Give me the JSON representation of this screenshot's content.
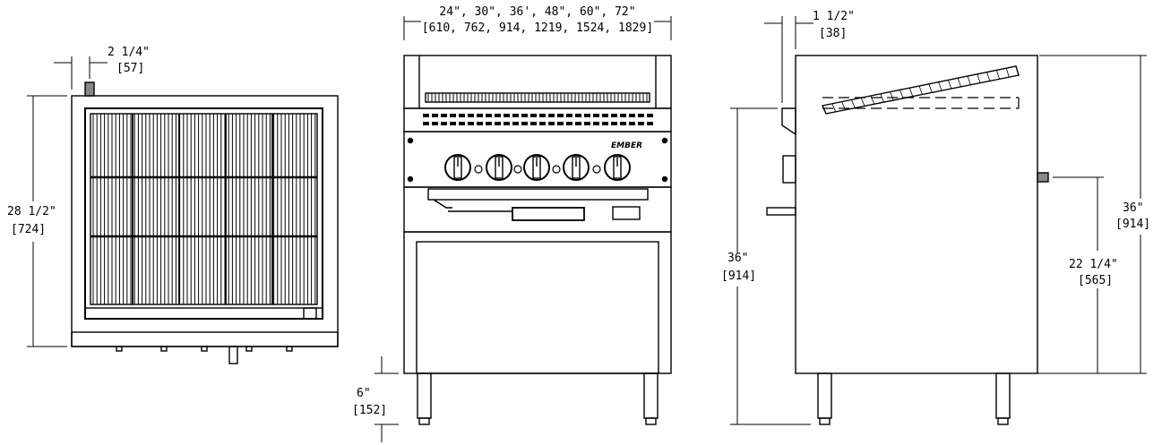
{
  "colors": {
    "line": "#000000",
    "fill": "#ffffff",
    "grid": "#111111"
  },
  "top_view": {
    "offset_dim": {
      "in": "2 1/4\"",
      "mm": "[57]"
    },
    "depth_dim": {
      "in": "28 1/2\"",
      "mm": "[724]"
    }
  },
  "front_view": {
    "width_dim": {
      "in": "24\", 30\", 36', 48\", 60\", 72\"",
      "mm": "[610, 762, 914, 1219, 1524, 1829]"
    },
    "leg_dim": {
      "in": "6\"",
      "mm": "[152]"
    },
    "brand_label": "EMBER"
  },
  "side_view": {
    "offset_dim": {
      "in": "1 1/2\"",
      "mm": "[38]"
    },
    "work_height_dim": {
      "in": "36\"",
      "mm": "[914]"
    },
    "overall_height_dim": {
      "in": "36\"",
      "mm": "[914]"
    },
    "gas_inlet_dim": {
      "in": "22 1/4\"",
      "mm": "[565]"
    }
  }
}
